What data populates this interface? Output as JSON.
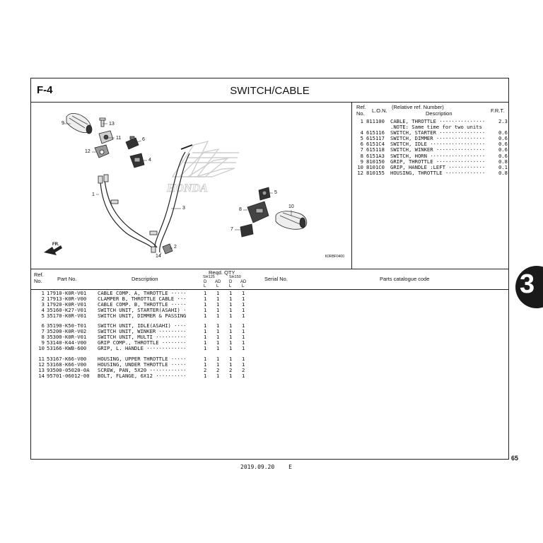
{
  "header": {
    "code": "F-4",
    "title": "SWITCH/CABLE"
  },
  "diagram": {
    "fig_code": "K0RBF0400",
    "direction_label": "FR.",
    "watermark": "HONDA",
    "callouts": [
      "1",
      "2",
      "3",
      "4",
      "5",
      "6",
      "7",
      "8",
      "9",
      "10",
      "11",
      "12",
      "13",
      "14"
    ]
  },
  "frt_table": {
    "headers": {
      "ref_no": "Ref.\nNo.",
      "lon": "L.O.N.",
      "desc_top": "(Relative ref. Number)",
      "desc": "Description",
      "frt": "F.R.T."
    },
    "rows": [
      {
        "ref": "1",
        "lon": "811100",
        "desc": "CABLE, THROTTLE ···············",
        "frt": "2.3"
      },
      {
        "ref": "",
        "lon": "",
        "desc": ".NOTE: Same time for two units",
        "frt": ""
      },
      {
        "ref": "4",
        "lon": "615116",
        "desc": "SWITCH, STARTER ···············",
        "frt": "0.6"
      },
      {
        "ref": "5",
        "lon": "615117",
        "desc": "SWITCH, DIMMER ················",
        "frt": "0.6"
      },
      {
        "ref": "6",
        "lon": "6151C4",
        "desc": "SWITCH, IDLE ··················",
        "frt": "0.6"
      },
      {
        "ref": "7",
        "lon": "615118",
        "desc": "SWITCH, WINKER ················",
        "frt": "0.6"
      },
      {
        "ref": "8",
        "lon": "6151A3",
        "desc": "SWITCH, HORN ··················",
        "frt": "0.6"
      },
      {
        "ref": "9",
        "lon": "810150",
        "desc": "GRIP, THROTTLE ················",
        "frt": "0.8"
      },
      {
        "ref": "10",
        "lon": "8101C0",
        "desc": "GRIP, HANDLE :LEFT ············",
        "frt": "0.1"
      },
      {
        "ref": "12",
        "lon": "810155",
        "desc": "HOUSING, THROTTLE ·············",
        "frt": "0.8"
      }
    ]
  },
  "parts_table": {
    "headers": {
      "ref_no": "Ref.\nNo.",
      "part_no": "Part No.",
      "description": "Description",
      "reqd_qty": "Reqd. QTY",
      "model_a": "SH125",
      "model_b": "SH150",
      "sub_cols": [
        "D",
        "AD",
        "D",
        "AD"
      ],
      "sub_sub": [
        "L",
        "L",
        "L",
        "L"
      ],
      "serial_no": "Serial No.",
      "catalogue": "Parts catalogue code"
    },
    "groups": [
      [
        {
          "ref": "1",
          "part": "17910-K0R-V01",
          "desc": "CABLE COMP. A, THROTTLE ·····",
          "q": [
            "1",
            "1",
            "1",
            "1"
          ]
        },
        {
          "ref": "2",
          "part": "17913-K0R-V00",
          "desc": "CLAMPER B, THROTTLE CABLE ···",
          "q": [
            "1",
            "1",
            "1",
            "1"
          ]
        },
        {
          "ref": "3",
          "part": "17920-K0R-V01",
          "desc": "CABLE COMP. B, THROTTLE ·····",
          "q": [
            "1",
            "1",
            "1",
            "1"
          ]
        },
        {
          "ref": "4",
          "part": "35160-K27-V01",
          "desc": "SWITCH UNIT, STARTER(ASAHI) ·",
          "q": [
            "1",
            "1",
            "1",
            "1"
          ]
        },
        {
          "ref": "5",
          "part": "35170-K0R-V01",
          "desc": "SWITCH UNIT, DIMMER & PASSING",
          "q": [
            "1",
            "1",
            "1",
            "1"
          ]
        }
      ],
      [
        {
          "ref": "6",
          "part": "35190-K50-T01",
          "desc": "SWITCH UNIT, IDLE(ASAHI) ····",
          "q": [
            "1",
            "1",
            "1",
            "1"
          ]
        },
        {
          "ref": "7",
          "part": "35200-K0R-V02",
          "desc": "SWITCH UNIT, WINKER ·········",
          "q": [
            "1",
            "1",
            "1",
            "1"
          ]
        },
        {
          "ref": "8",
          "part": "35300-K0R-V01",
          "desc": "SWITCH UNIT, MULTI ··········",
          "q": [
            "1",
            "1",
            "1",
            "1"
          ]
        },
        {
          "ref": "9",
          "part": "53140-K44-V00",
          "desc": "GRIP COMP., THROTTLE ········",
          "q": [
            "1",
            "1",
            "1",
            "1"
          ]
        },
        {
          "ref": "10",
          "part": "53166-KWB-600",
          "desc": "GRIP, L. HANDLE ·············",
          "q": [
            "1",
            "1",
            "1",
            "1"
          ]
        }
      ],
      [
        {
          "ref": "11",
          "part": "53167-K66-V00",
          "desc": "HOUSING, UPPER THROTTLE ·····",
          "q": [
            "1",
            "1",
            "1",
            "1"
          ]
        },
        {
          "ref": "12",
          "part": "53168-K66-V00",
          "desc": "HOUSING, UNDER THROTTLE ·····",
          "q": [
            "1",
            "1",
            "1",
            "1"
          ]
        },
        {
          "ref": "13",
          "part": "93500-05020-0A",
          "desc": "SCREW, PAN, 5X20 ············",
          "q": [
            "2",
            "2",
            "2",
            "2"
          ]
        },
        {
          "ref": "14",
          "part": "95701-06012-00",
          "desc": "BOLT, FLANGE, 6X12 ··········",
          "q": [
            "1",
            "1",
            "1",
            "1"
          ]
        }
      ]
    ]
  },
  "page": {
    "number": "65",
    "date": "2019.09.20",
    "edition": "E",
    "section_tab": "3"
  }
}
